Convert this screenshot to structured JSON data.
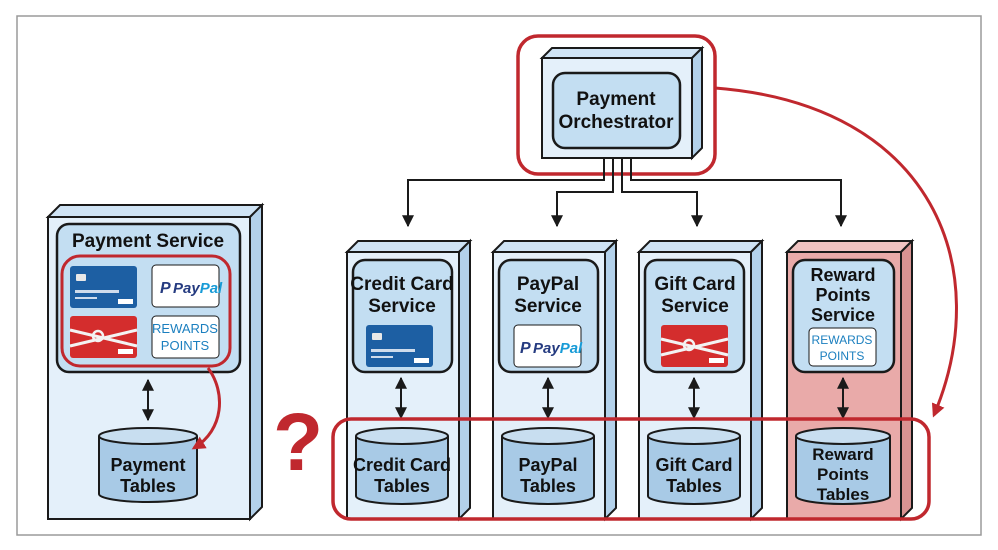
{
  "colors": {
    "box_fill": "#e4f0fa",
    "panel_fill": "#c3def2",
    "highlight_fill": "#e9aaa9",
    "accent_red": "#c0282e",
    "outline": "#1a1a1a"
  },
  "left_service": {
    "title": "Payment Service",
    "card_images": [
      "credit-card",
      "paypal-logo",
      "gift-card",
      "rewards-points-logo"
    ],
    "paypal_text_a": "Pay",
    "paypal_text_b": "Pal",
    "rewards_line1": "REWARDS",
    "rewards_line2": "POINTS",
    "db_line1": "Payment",
    "db_line2": "Tables"
  },
  "question_mark": "?",
  "orchestrator": {
    "line1": "Payment",
    "line2": "Orchestrator"
  },
  "services": [
    {
      "title_line1": "Credit Card",
      "title_line2": "Service",
      "image": "credit-card",
      "db_line1": "Credit Card",
      "db_line2": "Tables"
    },
    {
      "title_line1": "PayPal",
      "title_line2": "Service",
      "image": "paypal-logo",
      "paypal_text_a": "Pay",
      "paypal_text_b": "Pal",
      "db_line1": "PayPal",
      "db_line2": "Tables"
    },
    {
      "title_line1": "Gift Card",
      "title_line2": "Service",
      "image": "gift-card",
      "db_line1": "Gift Card",
      "db_line2": "Tables"
    },
    {
      "title_line1": "Reward",
      "title_line2": "Points",
      "title_line3": "Service",
      "image": "rewards-points-logo",
      "rewards_line1": "REWARDS",
      "rewards_line2": "POINTS",
      "db_line1": "Reward",
      "db_line2": "Points",
      "db_line3": "Tables"
    }
  ]
}
